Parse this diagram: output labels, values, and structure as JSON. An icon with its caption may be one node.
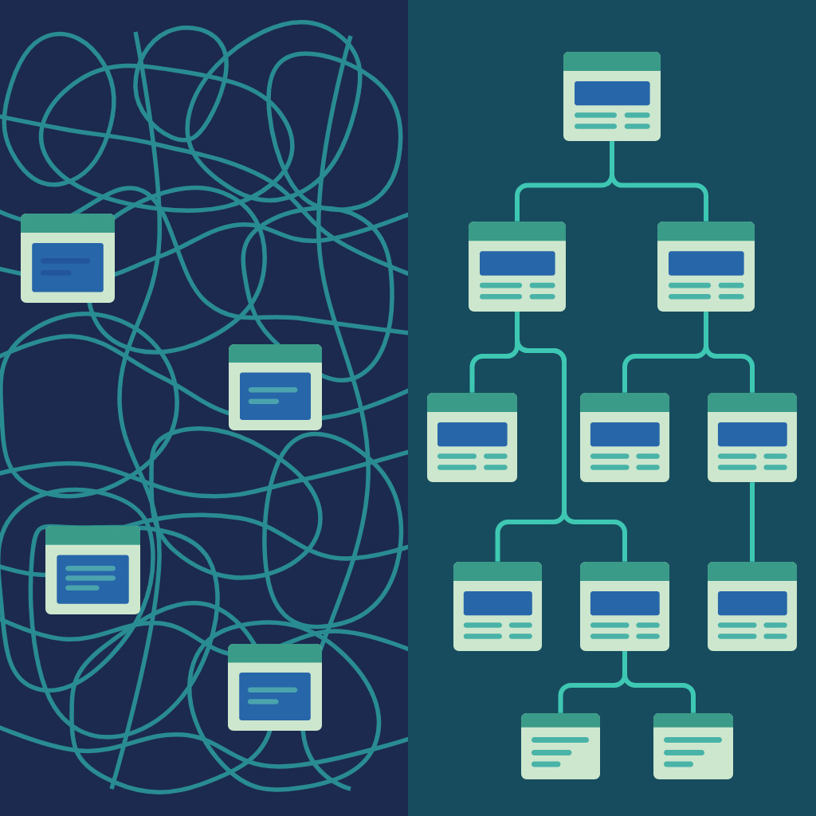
{
  "diagram": {
    "nodes": [
      {
        "text": [],
        "shape": "box"
      },
      {
        "text": [],
        "shape": "box"
      },
      {
        "text": [],
        "shape": "box"
      },
      {
        "text": [],
        "shape": "box"
      },
      {
        "text": [],
        "shape": "box"
      },
      {
        "text": [],
        "shape": "box"
      },
      {
        "text": [],
        "shape": "box"
      },
      {
        "text": [],
        "shape": "box"
      },
      {
        "text": [],
        "shape": "box"
      },
      {
        "text": [],
        "shape": "box"
      },
      {
        "text": [],
        "shape": "box"
      },
      {
        "text": [],
        "shape": "box"
      },
      {
        "text": [],
        "shape": "box"
      },
      {
        "text": [],
        "shape": "box"
      },
      {
        "text": [],
        "shape": "box"
      }
    ],
    "edges": [
      {
        "from": 4,
        "to": 5,
        "arrow": "none"
      },
      {
        "from": 4,
        "to": 6,
        "arrow": "none"
      },
      {
        "from": 5,
        "to": 7,
        "arrow": "none"
      },
      {
        "from": 5,
        "to": 10,
        "arrow": "none"
      },
      {
        "from": 5,
        "to": 11,
        "arrow": "none"
      },
      {
        "from": 6,
        "to": 8,
        "arrow": "none"
      },
      {
        "from": 6,
        "to": 9,
        "arrow": "none"
      },
      {
        "from": 9,
        "to": 12,
        "arrow": "none"
      },
      {
        "from": 11,
        "to": 13,
        "arrow": "none"
      },
      {
        "from": 11,
        "to": 14,
        "arrow": "none"
      }
    ]
  }
}
